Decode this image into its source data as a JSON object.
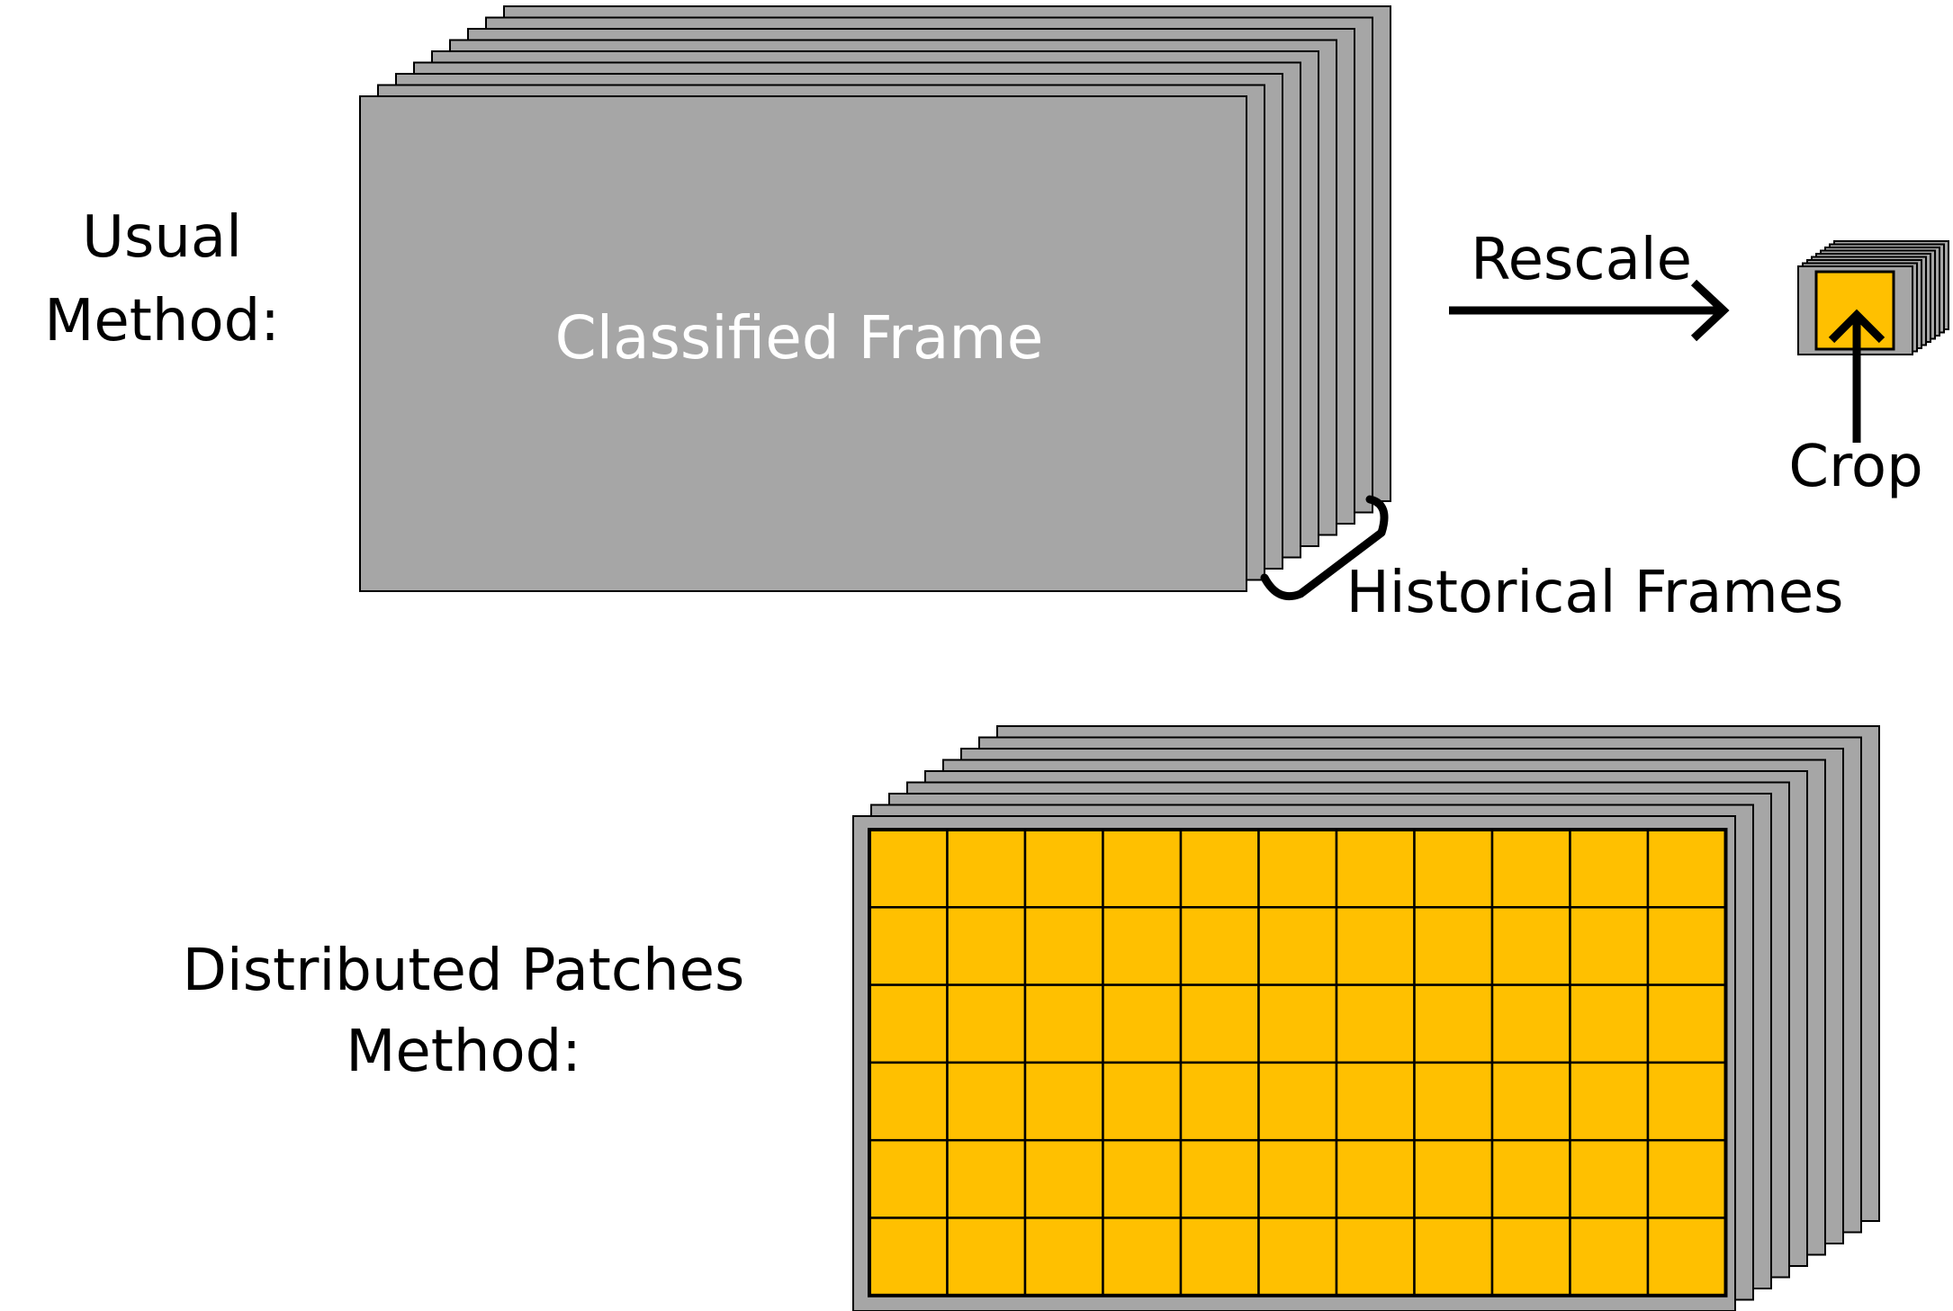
{
  "usual": {
    "label_line1": "Usual",
    "label_line2": "Method:",
    "frame_label": "Classified Frame",
    "rescale_label": "Rescale",
    "crop_label": "Crop",
    "historical_label": "Historical Frames",
    "stack_layers": 9
  },
  "distributed": {
    "label_line1": "Distributed Patches",
    "label_line2": "Method:",
    "stack_layers": 9,
    "grid_rows": 6,
    "grid_cols": 11
  },
  "colors": {
    "frame_gray": "#a6a6a6",
    "patch_yellow": "#ffc000",
    "stroke": "#000000",
    "text": "#000000",
    "frame_text": "#ffffff"
  }
}
